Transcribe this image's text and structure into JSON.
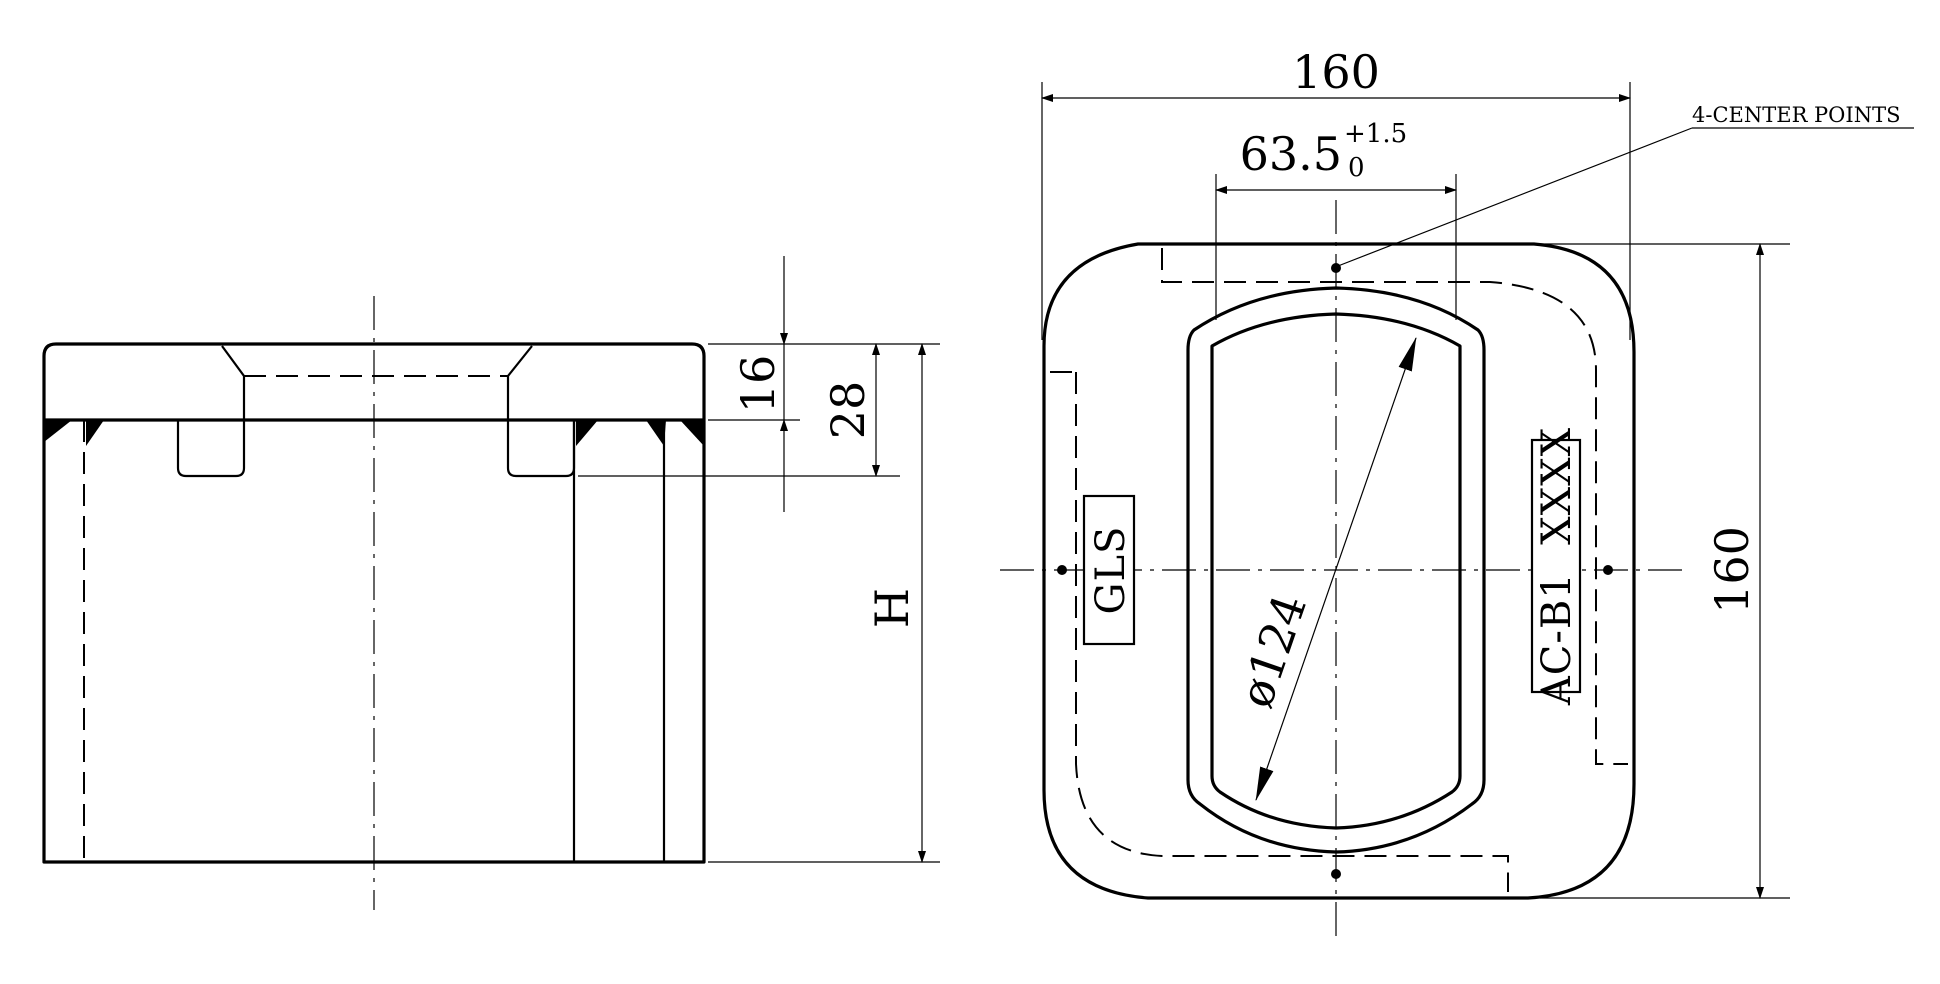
{
  "side_view": {
    "dim_top_plate": "16",
    "dim_recess": "28",
    "dim_height": "H"
  },
  "top_view": {
    "dim_width": "160",
    "dim_height": "160",
    "dim_opening": "63.5",
    "tol_upper": "+1.5",
    "tol_lower": "0",
    "dim_diameter": "ø124",
    "leader_label": "4-CENTER POINTS",
    "mark_left": "GLS",
    "mark_right": "AC-B1  XXXX"
  }
}
